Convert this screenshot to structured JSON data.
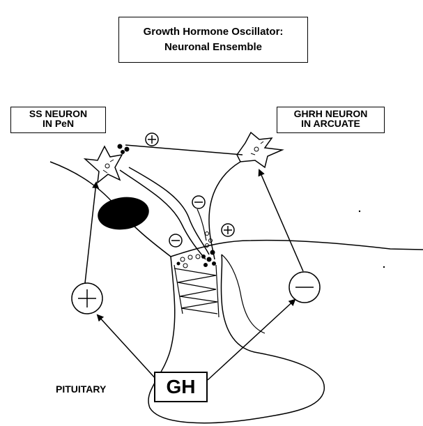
{
  "title": {
    "line1": "Growth Hormone Oscillator:",
    "line2": "Neuronal Ensemble"
  },
  "ss_neuron": {
    "line1": "SS NEURON",
    "line2": "IN PeN"
  },
  "ghrh_neuron": {
    "line1": "GHRH NEURON",
    "line2": "IN ARCUATE"
  },
  "gh_label": "GH",
  "pituitary_label": "PITUITARY",
  "signs": {
    "plus": "+",
    "minus": "−"
  }
}
